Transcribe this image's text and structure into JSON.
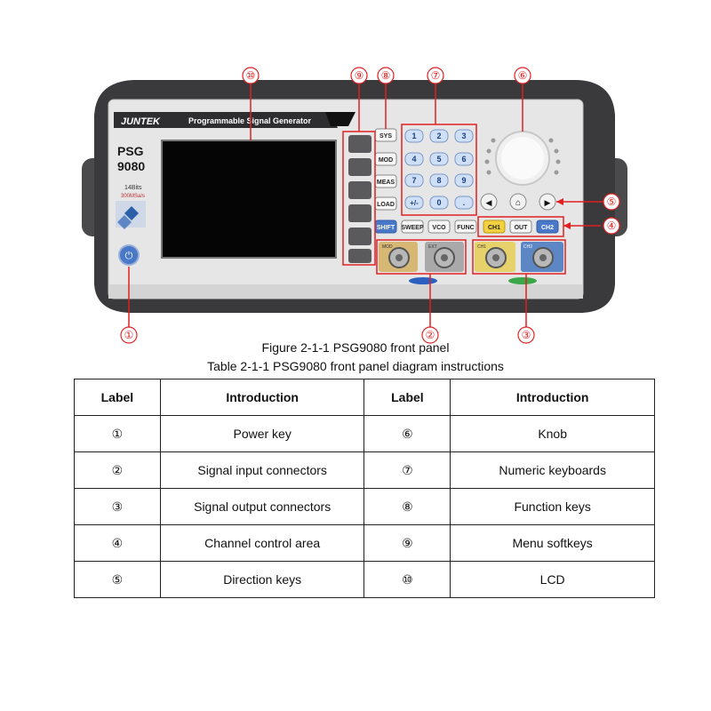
{
  "device": {
    "brand": "JUNTEK",
    "subtitle": "Programmable Signal Generator",
    "model_line1": "PSG",
    "model_line2": "9080",
    "spec_bits": "14Bits",
    "spec_rate": "300MSa/s",
    "keys": {
      "sys": "SYS",
      "mod": "MOD",
      "meas": "MEAS",
      "load": "LOAD",
      "shift": "SHIFT",
      "sweep": "SWEEP",
      "vco": "VCO",
      "func": "FUNC",
      "ch1": "CH1",
      "out": "OUT",
      "ch2": "CH2"
    },
    "numpad": [
      "1",
      "2",
      "3",
      "4",
      "5",
      "6",
      "7",
      "8",
      "9",
      "+/-",
      "0",
      "."
    ],
    "connector_labels": {
      "mod": "MOD",
      "ext": "EXT",
      "ch1": "CH1",
      "ch2": "CH2"
    }
  },
  "callouts": [
    "①",
    "②",
    "③",
    "④",
    "⑤",
    "⑥",
    "⑦",
    "⑧",
    "⑨",
    "⑩"
  ],
  "colors": {
    "callout": "#e02020",
    "panel": "#e8e8e8",
    "case": "#3a3a3c",
    "lcd": "#050505"
  },
  "figure_caption": "Figure 2-1-1 PSG9080 front panel",
  "table_caption": "Table 2-1-1 PSG9080 front panel diagram instructions",
  "table": {
    "headers": [
      "Label",
      "Introduction",
      "Label",
      "Introduction"
    ],
    "rows": [
      [
        "①",
        "Power key",
        "⑥",
        "Knob"
      ],
      [
        "②",
        "Signal input connectors",
        "⑦",
        "Numeric keyboards"
      ],
      [
        "③",
        "Signal output connectors",
        "⑧",
        "Function keys"
      ],
      [
        "④",
        "Channel control area",
        "⑨",
        "Menu softkeys"
      ],
      [
        "⑤",
        "Direction keys",
        "⑩",
        "LCD"
      ]
    ]
  }
}
